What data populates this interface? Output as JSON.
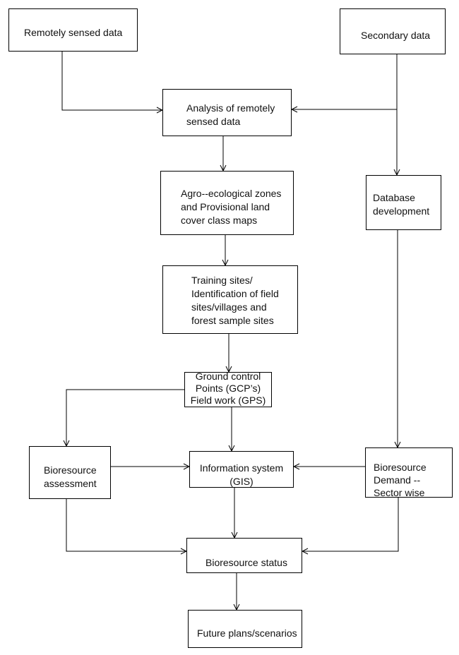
{
  "nodes": {
    "remote": {
      "label": "Remotely sensed data"
    },
    "secondary": {
      "label": "Secondary data"
    },
    "analysis": {
      "label": "Analysis of remotely\nsensed data"
    },
    "agro": {
      "label": "Agro--ecological zones\nand Provisional land\ncover class maps"
    },
    "database": {
      "label": "Database\ndevelopment"
    },
    "training": {
      "label": "Training sites/\nIdentification of field\nsites/villages and\nforest sample sites"
    },
    "gcp": {
      "label": "Ground control\nPoints (GCP’s)\nField work (GPS)"
    },
    "assess": {
      "label": "Bioresource\nassessment"
    },
    "infosys": {
      "label": "Information system\n(GIS)"
    },
    "demand": {
      "label": "Bioresource\nDemand --\nSector wise"
    },
    "status": {
      "label": "Bioresource status"
    },
    "future": {
      "label": "Future plans/scenarios"
    }
  }
}
